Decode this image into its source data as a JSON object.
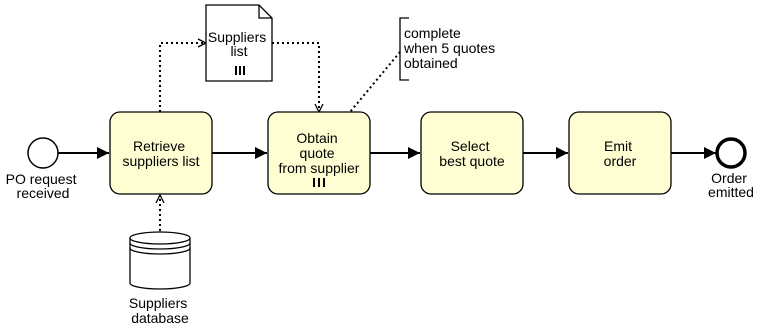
{
  "events": {
    "start": {
      "label_lines": [
        "PO request",
        "received"
      ]
    },
    "end": {
      "label_lines": [
        "Order",
        "emitted"
      ]
    }
  },
  "tasks": {
    "retrieve": {
      "label_lines": [
        "Retrieve",
        "suppliers list"
      ]
    },
    "obtain": {
      "label_lines": [
        "Obtain",
        "quote",
        "from supplier"
      ],
      "marker": "multi-instance-parallel"
    },
    "select": {
      "label_lines": [
        "Select",
        "best quote"
      ]
    },
    "emit": {
      "label_lines": [
        "Emit",
        "order"
      ]
    }
  },
  "data_object": {
    "label_lines": [
      "Suppliers",
      "list"
    ],
    "marker": "collection"
  },
  "data_store": {
    "label_lines": [
      "Suppliers",
      "database"
    ]
  },
  "annotation": {
    "label_lines": [
      "complete",
      "when 5 quotes",
      "obtained"
    ]
  },
  "colors": {
    "task_fill": "#fefed2",
    "stroke": "#000000",
    "background": "#ffffff"
  }
}
